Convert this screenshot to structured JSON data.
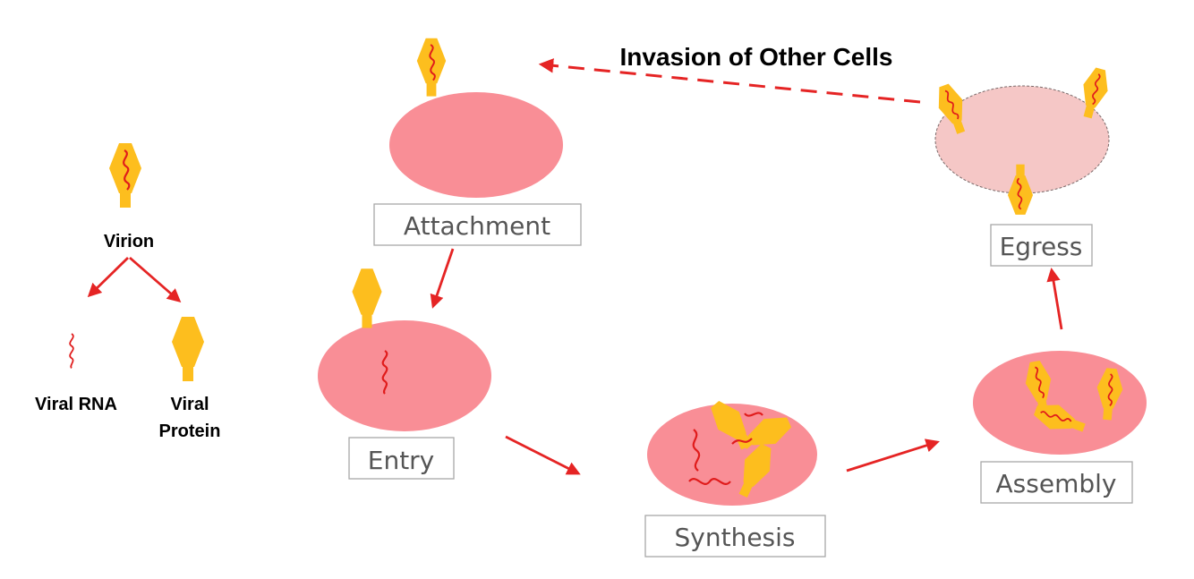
{
  "legend": {
    "virion": "Virion",
    "viral_rna": "Viral RNA",
    "viral_protein_line1": "Viral",
    "viral_protein_line2": "Protein"
  },
  "title": "Invasion of Other Cells",
  "stages": {
    "attachment": "Attachment",
    "entry": "Entry",
    "synthesis": "Synthesis",
    "assembly": "Assembly",
    "egress": "Egress"
  },
  "colors": {
    "cell": "#f98e96",
    "egress_cell": "#f5c7c6",
    "capsid": "#fdbe1e",
    "rna": "#e01b1b",
    "arrow": "#e52424",
    "label_border": "#a8a8a8",
    "label_text": "#555555"
  }
}
